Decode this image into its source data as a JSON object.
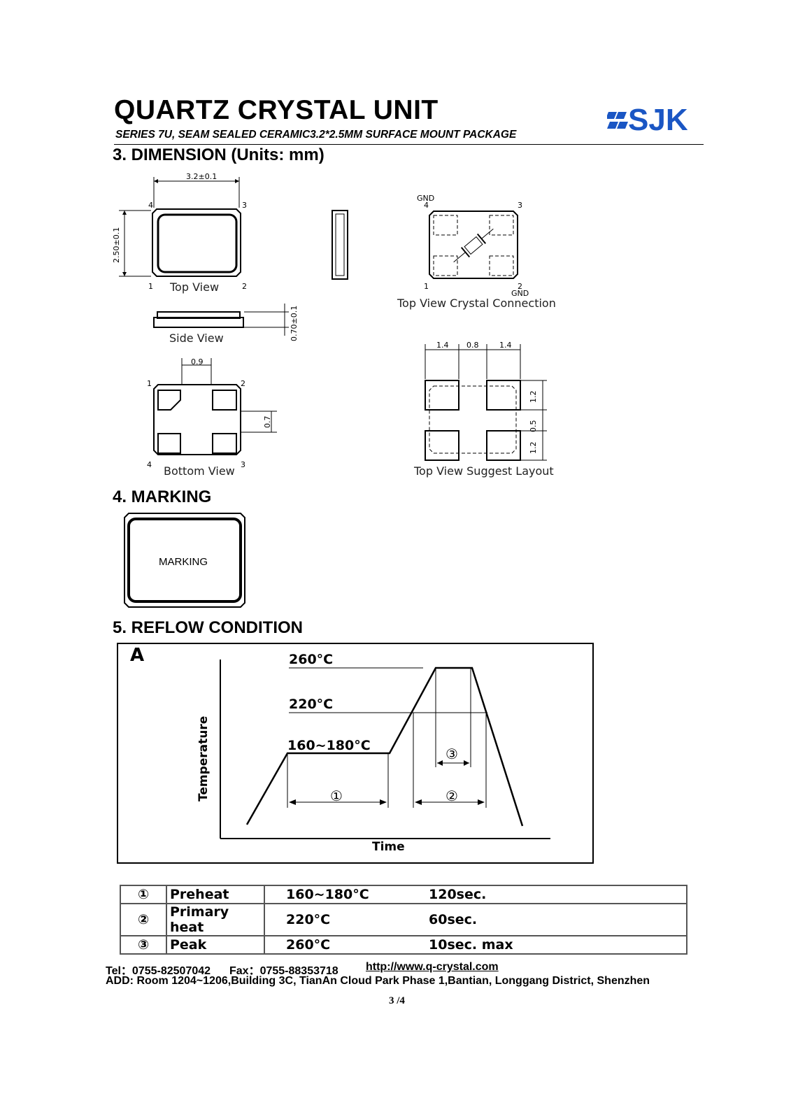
{
  "header": {
    "title": "QUARTZ CRYSTAL UNIT",
    "subtitle": "SERIES 7U, SEAM SEALED CERAMIC3.2*2.5MM SURFACE MOUNT PACKAGE",
    "logo_text": "SJK",
    "logo_color": "#1a56c4"
  },
  "dimension": {
    "heading": "3. DIMENSION (Units: mm)",
    "top_view": {
      "label": "Top View",
      "width": "3.2±0.1",
      "height": "2.50±0.1",
      "pins": [
        "1",
        "2",
        "3",
        "4"
      ]
    },
    "side_view": {
      "label": "Side View",
      "thickness": "0.70±0.1"
    },
    "bottom_view": {
      "label": "Bottom View",
      "gap": "0.9",
      "pad": "0.7",
      "pins": [
        "1",
        "2",
        "3",
        "4"
      ]
    },
    "crystal_connection": {
      "label": "Top View Crystal Connection",
      "gnd_top": "GND",
      "gnd_bottom": "GND",
      "pins": [
        "1",
        "2",
        "3",
        "4"
      ]
    },
    "suggest_layout": {
      "label": "Top View Suggest Layout",
      "widths": [
        "1.4",
        "0.8",
        "1.4"
      ],
      "heights": [
        "1.2",
        "0.5",
        "1.2"
      ]
    }
  },
  "marking": {
    "heading": "4. MARKING",
    "text": "MARKING"
  },
  "reflow": {
    "heading": "5. REFLOW CONDITION",
    "axis_y": "Temperature",
    "axis_x": "Time",
    "corner_label": "A",
    "temps": [
      "260°C",
      "220°C",
      "160~180°C"
    ],
    "markers": [
      "①",
      "②",
      "③"
    ],
    "rows": [
      {
        "num": "①",
        "name": "Preheat",
        "temp": "160~180°C",
        "time": "120sec."
      },
      {
        "num": "②",
        "name": "Primary heat",
        "temp": "220°C",
        "time": "60sec."
      },
      {
        "num": "③",
        "name": "Peak",
        "temp": "260°C",
        "time": "10sec. max"
      }
    ]
  },
  "footer": {
    "tel": "Tel：0755-82507042",
    "fax": "Fax：0755-88353718",
    "url": "http://www.q-crystal.com",
    "address": "ADD: Room 1204~1206,Building 3C, TianAn Cloud Park Phase 1,Bantian, Longgang District, Shenzhen",
    "page": "3 /4"
  }
}
